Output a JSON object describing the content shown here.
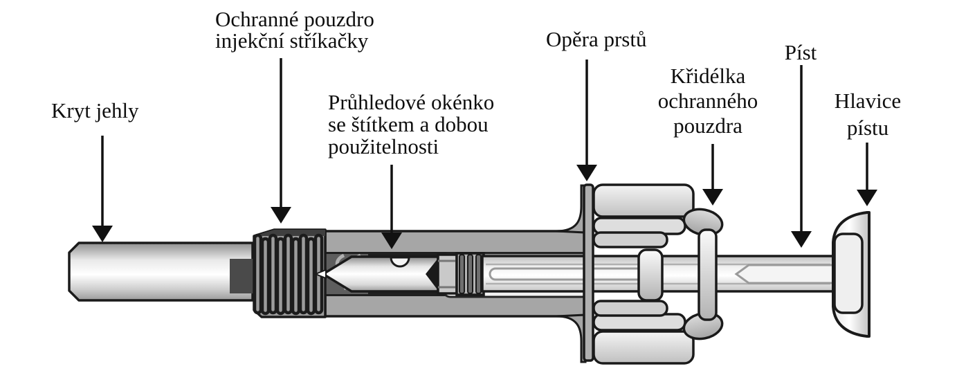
{
  "figure": {
    "type": "labeled-diagram",
    "subject": "prefilled-safety-syringe",
    "labels": [
      {
        "id": "needle-cap",
        "lines": [
          "Kryt jehly"
        ]
      },
      {
        "id": "syringe-protective-sleeve",
        "lines": [
          "Ochranné pouzdro",
          "injekční stříkačky"
        ]
      },
      {
        "id": "viewing-window",
        "lines": [
          "Průhledové okénko",
          "se štítkem a dobou",
          "použitelnosti"
        ]
      },
      {
        "id": "finger-rest",
        "lines": [
          "Opěra prstů"
        ]
      },
      {
        "id": "sleeve-wings",
        "lines": [
          "Křidélka",
          "ochranného",
          "pouzdra"
        ]
      },
      {
        "id": "plunger",
        "lines": [
          "Píst"
        ]
      },
      {
        "id": "plunger-head",
        "lines": [
          "Hlavice",
          "pístu"
        ]
      }
    ],
    "colors": {
      "background": "#ffffff",
      "outline": "#1a1a1a",
      "sleeve_gray": "#a6a6a6",
      "window_shadow": "#1f1f1f",
      "hub_dark": "#4a4a4a",
      "label_text": "#0e0e0e"
    }
  }
}
